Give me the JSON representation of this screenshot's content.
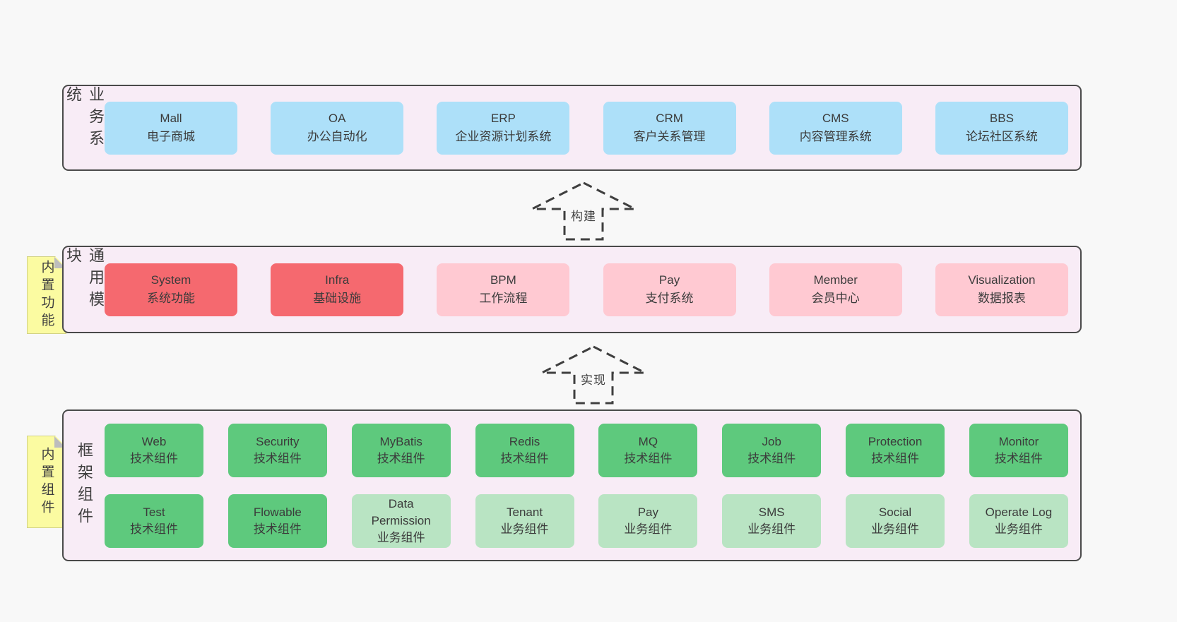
{
  "colors": {
    "page_bg": "#f8f8f8",
    "panel_bg": "#f8ecf6",
    "border": "#4a4a4a",
    "text": "#3f3f3f",
    "blue": "#ade0f9",
    "red": "#f5696f",
    "pink": "#ffc9d2",
    "green": "#5ec97d",
    "light_green": "#b9e4c3",
    "sticky_bg": "#fbfba1",
    "sticky_border": "#d2d284",
    "fold": "#bdbdbd"
  },
  "sections": [
    {
      "name": "business-systems",
      "side_label": "业务系统",
      "sticky_label": null,
      "box_rows": [
        [
          {
            "title": "Mall",
            "subtitle": "电子商城",
            "variant": "blue"
          },
          {
            "title": "OA",
            "subtitle": "办公自动化",
            "variant": "blue"
          },
          {
            "title": "ERP",
            "subtitle": "企业资源计划系统",
            "variant": "blue"
          },
          {
            "title": "CRM",
            "subtitle": "客户关系管理",
            "variant": "blue"
          },
          {
            "title": "CMS",
            "subtitle": "内容管理系统",
            "variant": "blue"
          },
          {
            "title": "BBS",
            "subtitle": "论坛社区系统",
            "variant": "blue"
          }
        ]
      ]
    },
    {
      "name": "common-modules",
      "side_label": "通用模块",
      "sticky_label": "内置功能",
      "box_rows": [
        [
          {
            "title": "System",
            "subtitle": "系统功能",
            "variant": "red"
          },
          {
            "title": "Infra",
            "subtitle": "基础设施",
            "variant": "red"
          },
          {
            "title": "BPM",
            "subtitle": "工作流程",
            "variant": "pink"
          },
          {
            "title": "Pay",
            "subtitle": "支付系统",
            "variant": "pink"
          },
          {
            "title": "Member",
            "subtitle": "会员中心",
            "variant": "pink"
          },
          {
            "title": "Visualization",
            "subtitle": "数据报表",
            "variant": "pink"
          }
        ]
      ]
    },
    {
      "name": "framework-components",
      "side_label": "框架组件",
      "sticky_label": "内置组件",
      "box_rows": [
        [
          {
            "title": "Web",
            "subtitle": "技术组件",
            "variant": "green"
          },
          {
            "title": "Security",
            "subtitle": "技术组件",
            "variant": "green"
          },
          {
            "title": "MyBatis",
            "subtitle": "技术组件",
            "variant": "green"
          },
          {
            "title": "Redis",
            "subtitle": "技术组件",
            "variant": "green"
          },
          {
            "title": "MQ",
            "subtitle": "技术组件",
            "variant": "green"
          },
          {
            "title": "Job",
            "subtitle": "技术组件",
            "variant": "green"
          },
          {
            "title": "Protection",
            "subtitle": "技术组件",
            "variant": "green"
          },
          {
            "title": "Monitor",
            "subtitle": "技术组件",
            "variant": "green"
          }
        ],
        [
          {
            "title": "Test",
            "subtitle": "技术组件",
            "variant": "green"
          },
          {
            "title": "Flowable",
            "subtitle": "技术组件",
            "variant": "green"
          },
          {
            "title": "Data Permission",
            "subtitle": "业务组件",
            "variant": "light-green"
          },
          {
            "title": "Tenant",
            "subtitle": "业务组件",
            "variant": "light-green"
          },
          {
            "title": "Pay",
            "subtitle": "业务组件",
            "variant": "light-green"
          },
          {
            "title": "SMS",
            "subtitle": "业务组件",
            "variant": "light-green"
          },
          {
            "title": "Social",
            "subtitle": "业务组件",
            "variant": "light-green"
          },
          {
            "title": "Operate Log",
            "subtitle": "业务组件",
            "variant": "light-green"
          }
        ]
      ]
    }
  ],
  "arrows": [
    {
      "label": "构建"
    },
    {
      "label": "实现"
    }
  ]
}
